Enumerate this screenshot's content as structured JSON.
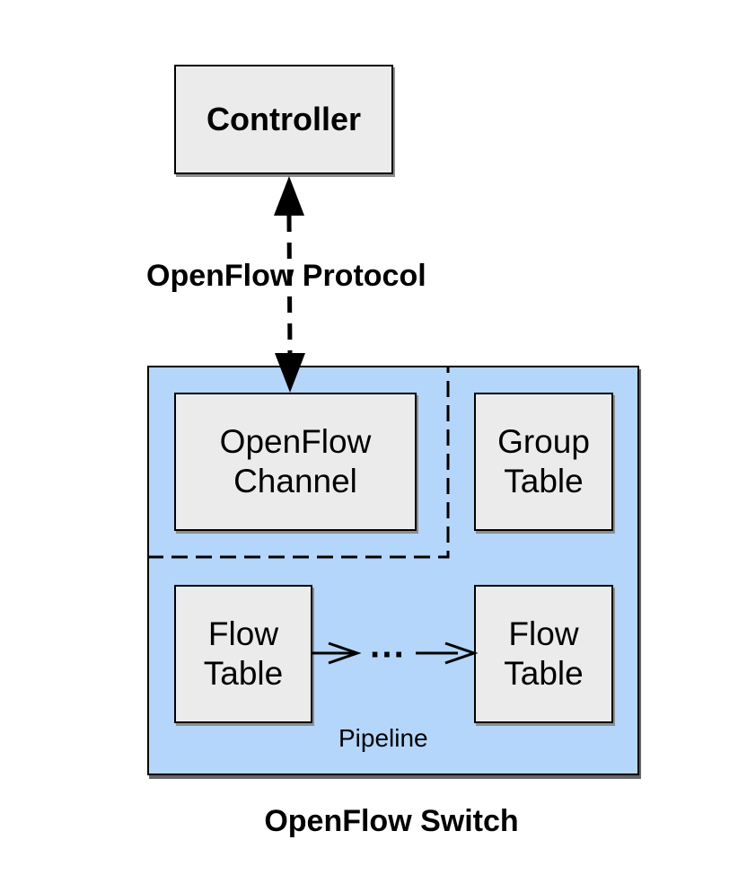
{
  "diagram": {
    "controller": "Controller",
    "protocol": "OpenFlow Protocol",
    "channel": "OpenFlow\nChannel",
    "group_table": "Group\nTable",
    "flow_table_first": "Flow\nTable",
    "flow_table_last": "Flow\nTable",
    "ellipsis": "···",
    "pipeline": "Pipeline",
    "switch": "OpenFlow Switch"
  },
  "colors": {
    "switch_fill": "#b3d6fa",
    "box_fill": "#ebebeb",
    "line": "#000000"
  }
}
